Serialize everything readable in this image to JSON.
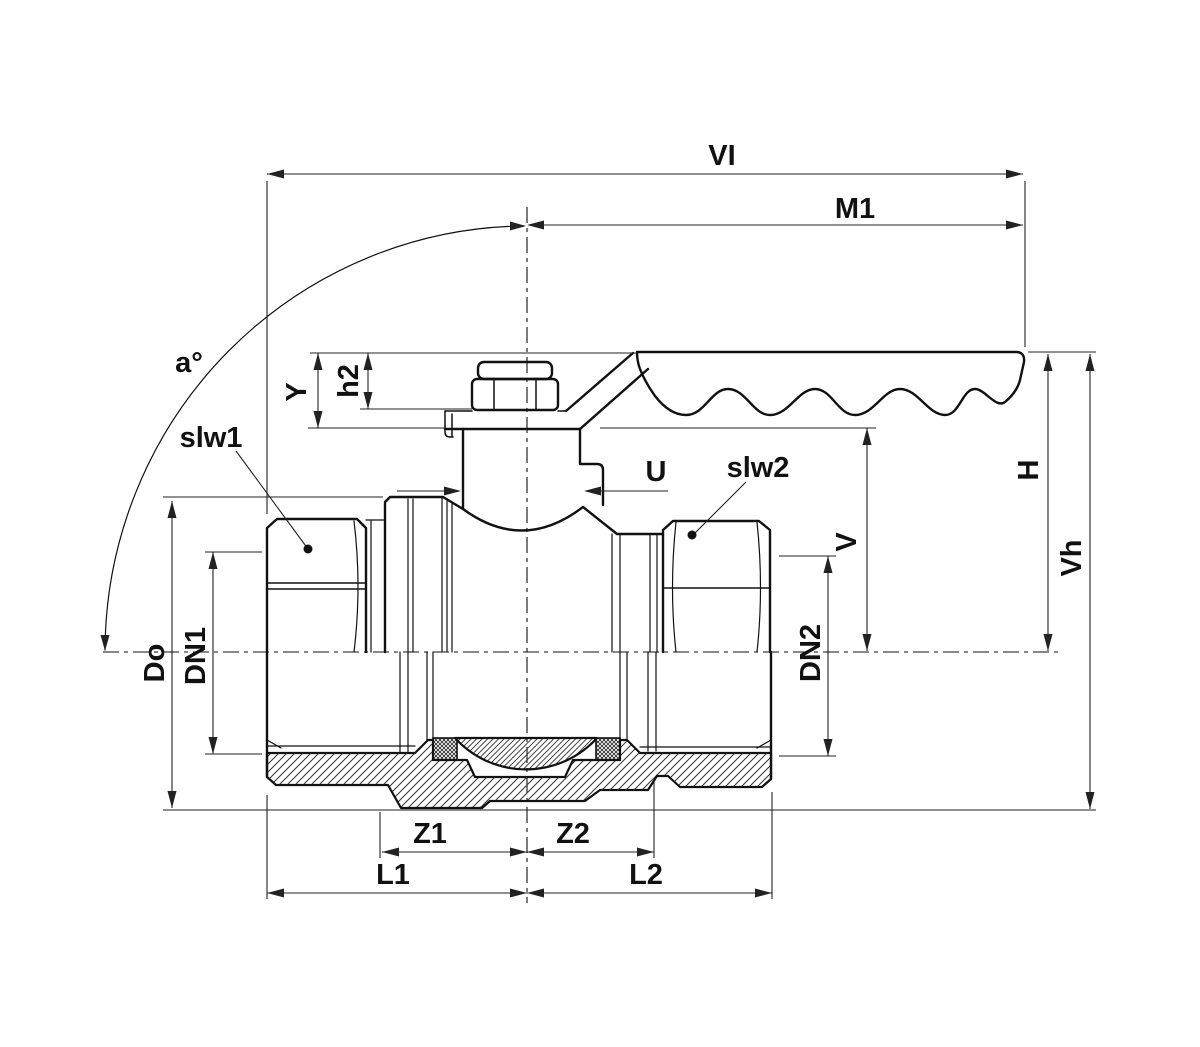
{
  "drawing": {
    "title": "Ball valve dimensional technical drawing",
    "colors": {
      "line": "#111111",
      "dimension": "#222222",
      "background": "#ffffff"
    }
  },
  "labels": {
    "vi": "VI",
    "m1": "M1",
    "angle": "a°",
    "y": "Y",
    "h2": "h2",
    "slw1": "slw1",
    "slw2": "slw2",
    "u": "U",
    "v": "V",
    "h": "H",
    "vh": "Vh",
    "do": "Do",
    "dn1": "DN1",
    "dn2": "DN2",
    "z1": "Z1",
    "z2": "Z2",
    "l1": "L1",
    "l2": "L2"
  }
}
